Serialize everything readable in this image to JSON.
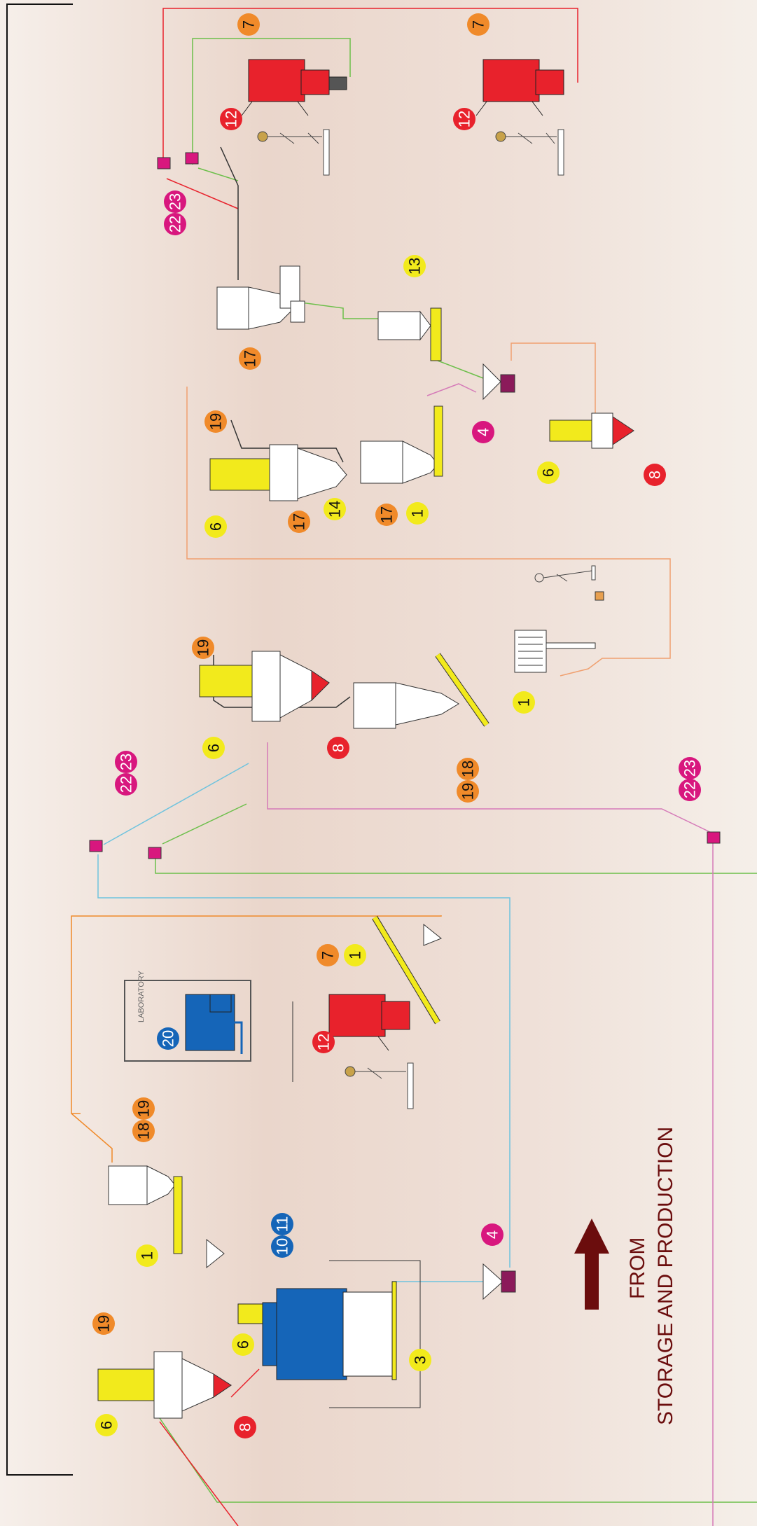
{
  "caption": {
    "line1": "FROM",
    "line2": "STORAGE AND PRODUCTION"
  },
  "laboratory": {
    "label": "LABORATORY",
    "badge": "20"
  },
  "badges": [
    {
      "text": "7"
    },
    {
      "text": "12"
    },
    {
      "text": "7"
    },
    {
      "text": "12"
    },
    {
      "text": "22"
    },
    {
      "text": "23"
    },
    {
      "text": "17"
    },
    {
      "text": "13"
    },
    {
      "text": "19"
    },
    {
      "text": "6"
    },
    {
      "text": "17"
    },
    {
      "text": "14"
    },
    {
      "text": "17"
    },
    {
      "text": "1"
    },
    {
      "text": "4"
    },
    {
      "text": "6"
    },
    {
      "text": "8"
    },
    {
      "text": "19"
    },
    {
      "text": "6"
    },
    {
      "text": "8"
    },
    {
      "text": "1"
    },
    {
      "text": "18"
    },
    {
      "text": "19"
    },
    {
      "text": "22"
    },
    {
      "text": "23"
    },
    {
      "text": "22"
    },
    {
      "text": "23"
    },
    {
      "text": "7"
    },
    {
      "text": "1"
    },
    {
      "text": "12"
    },
    {
      "text": "18"
    },
    {
      "text": "19"
    },
    {
      "text": "1"
    },
    {
      "text": "10"
    },
    {
      "text": "11"
    },
    {
      "text": "6"
    },
    {
      "text": "4"
    },
    {
      "text": "19"
    },
    {
      "text": "6"
    },
    {
      "text": "8"
    },
    {
      "text": "3"
    }
  ],
  "colors": {
    "yellow": "#f2ea1c",
    "orange": "#f08a2a",
    "red": "#e8222c",
    "magenta": "#d8177e",
    "blue": "#1565b8",
    "line_green": "#6cbf4a",
    "line_red": "#e8222c",
    "line_blue": "#6ec3de",
    "line_orange": "#f0a070",
    "line_pink": "#d57ab8",
    "caption": "#6b0d0d"
  }
}
